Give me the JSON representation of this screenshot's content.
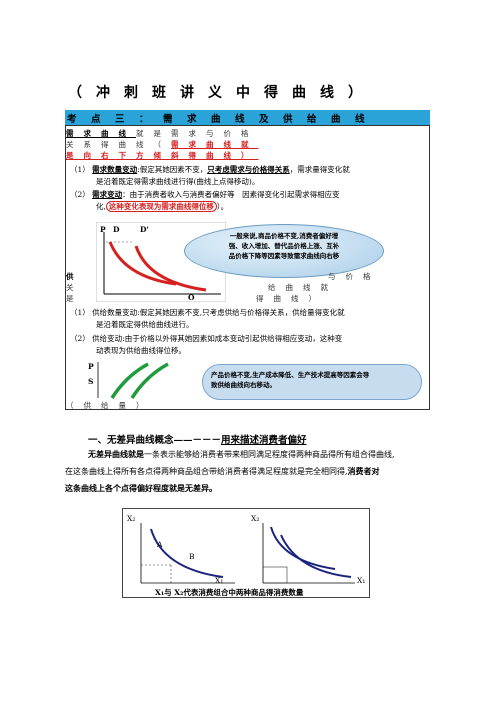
{
  "page_title": "（冲刺班讲义中得曲线）",
  "banner": "考点三：需求曲线及供给曲线",
  "demand": {
    "line1_a": "需求曲线",
    "line1_b": "就是需求与价格",
    "line2_a": "关系得曲线（",
    "line2_b": "需求曲线就",
    "line3": "是向右下方倾斜得曲线）",
    "item1_num": "（1）",
    "item1_a": "需求数量变动",
    "item1_b": ":假定其她因素不变，",
    "item1_c": "只考虑需求与价格得关系",
    "item1_d": "，需求量得变化就",
    "item1_e": "是沿着既定得需求曲线进行得(曲线上点得移动)。",
    "item2_num": "（2）",
    "item2_a": "需求变动",
    "item2_b": "：由于消费者收入与消费者偏好等　因素得变化引起需求得相应变",
    "item2_c": "化,",
    "item2_d": "这种变化表现为需求曲线得位移",
    "item2_e": "）。"
  },
  "demand_graph": {
    "label_p": "P",
    "label_d": "D",
    "label_d2": "D'",
    "label_o": "O"
  },
  "callout1": {
    "line1": "一般来说,商品价格不变,消费者偏好增",
    "line2": "强、收入增加、替代品价格上涨、互补",
    "line3": "品价格下降等因素导致需求曲线向右移"
  },
  "supply": {
    "line1_a": "供",
    "line1_b": "与价格",
    "line2_a": "关",
    "line2_b": "给曲线就",
    "line3_a": "是",
    "line3_b": "得曲线）",
    "item1_num": "（1）",
    "item1_a": "供给数量变动:假定其她因素不变,只考虑供给与价格得关系，供给量得变化就",
    "item1_b": "是沿着既定得供给曲线进行。",
    "item2_num": "（2）",
    "item2_a": "供给变动:由于价格以外得其她因素如成本变动引起供给得相应变动，这种变",
    "item2_b": "动表现为供给曲线得位移。",
    "graph_p": "P",
    "graph_s": "S",
    "footer_line": "（供给量）"
  },
  "callout2": {
    "line1": "产品价格不变,生产成本降低、生产技术提高等因素会导",
    "line2": "致供给曲线向右移动。"
  },
  "section1": {
    "heading": "一、无差异曲线概念——－－－",
    "heading_u": "用来描述消费者偏好",
    "para1_a": "无差异曲线就是",
    "para1_b": "一条表示能够给消费者带来相同满足程度得两种商品得所有组合得曲线,",
    "para2": "在这条曲线上得所有各点得两种商品组合带给消费者得满足程度就是完全相同得,",
    "para2_b": "消费者对",
    "para3": "这条曲线上各个点得偏好程度就是无差异。"
  },
  "figure": {
    "x2_left": "X₂",
    "x2_right": "X₂",
    "point_a": "A",
    "point_b": "B",
    "x1_left": "X₁",
    "x1_right": "X₁",
    "caption": "X₁与 X₂代表消费组合中两种商品得消费数量"
  },
  "colors": {
    "banner": "#2aa3d9",
    "red": "#d62020",
    "green": "#1e9c3c",
    "navy": "#1a237e"
  }
}
